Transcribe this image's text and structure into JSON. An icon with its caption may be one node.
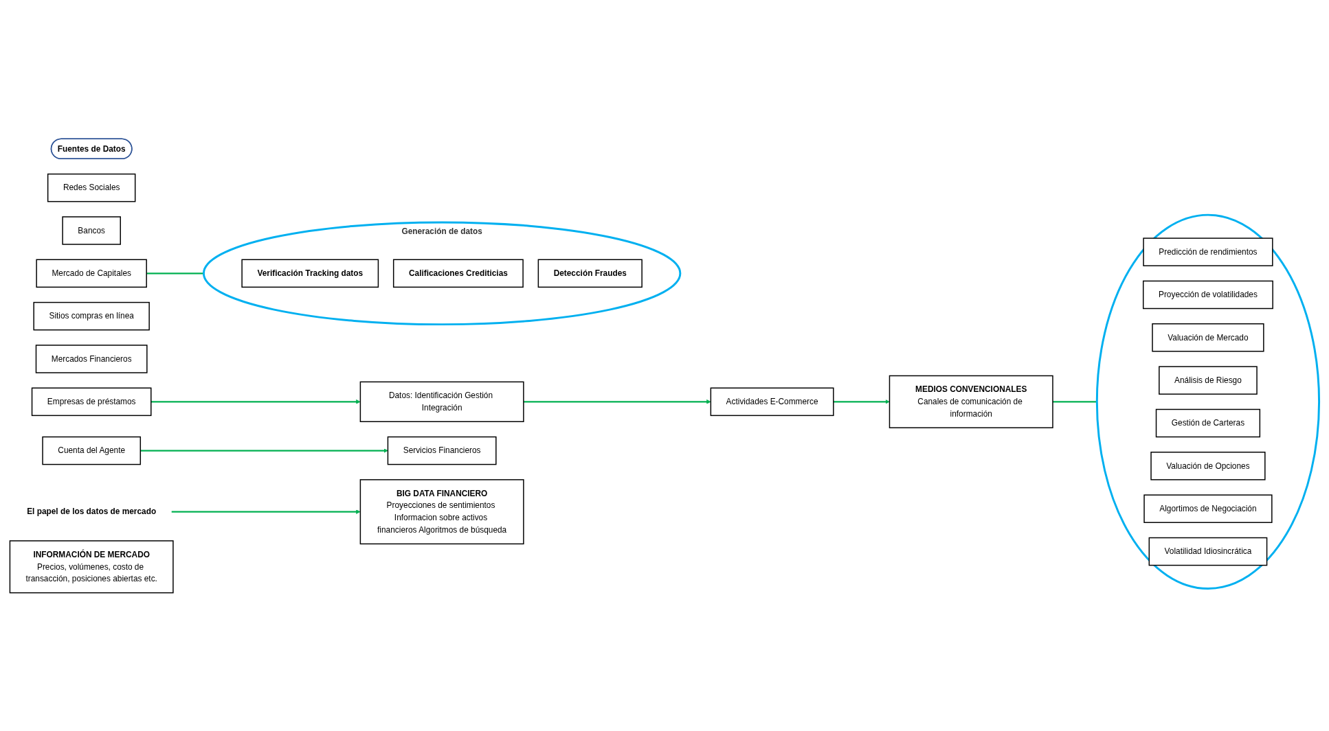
{
  "diagram": {
    "nodes": [
      {
        "text": [
          "Fuentes de Datos"
        ]
      },
      {
        "text": [
          "Redes Sociales"
        ]
      },
      {
        "text": [
          "Bancos"
        ]
      },
      {
        "text": [
          "Empresas de préstamos"
        ]
      },
      {
        "text": [
          "Sitios compras en línea"
        ]
      },
      {
        "text": [
          "Mercados Financieros"
        ]
      },
      {
        "text": [
          "Datos: Identificación Gestión Integración"
        ]
      },
      {
        "text": [
          "Cuenta del Agente"
        ]
      },
      {
        "text": [
          "Servicios Financieros"
        ]
      },
      {
        "text": [
          "Actividades E-Commerce"
        ]
      },
      {
        "text": [
          "Mercado de Capitales"
        ]
      },
      {
        "text": [
          "Generación de datos"
        ]
      },
      {
        "text": [
          "Verificación Tracking datos"
        ],
        "in": 11
      },
      {
        "text": [
          "Calificaciones Crediticias"
        ],
        "in": 11
      },
      {
        "text": [
          "Detección Fraudes"
        ],
        "in": 11
      },
      {
        "text": [
          "El papel de los datos de mercado"
        ]
      },
      {
        "text": [
          "BIG DATA FINANCIERO",
          "Proyecciones de sentimientos Informacion sobre activos financieros Algoritmos de búsqueda"
        ]
      },
      {
        "text": [
          "MEDIOS CONVENCIONALES",
          "Canales de comunicación de información"
        ]
      },
      {
        "text": [
          "INFORMACIÓN DE MERCADO",
          "Precios, volúmenes, costo de transacción, posiciones abiertas etc."
        ]
      },
      {
        "text": [],
        "shape": "circle"
      },
      {
        "text": [
          "Predicción de rendimientos"
        ],
        "in": 19
      },
      {
        "text": [
          "Proyección de volatilidades"
        ],
        "in": 19
      },
      {
        "text": [
          "Valuación de Mercado"
        ],
        "in": 19
      },
      {
        "text": [
          "Análisis de Riesgo"
        ],
        "in": 19
      },
      {
        "text": [
          "Gestión de Carteras"
        ],
        "in": 19
      },
      {
        "text": [
          "Valuación de Opciones"
        ],
        "in": 19
      },
      {
        "text": [
          "Algortimos de Negociación"
        ],
        "in": 19
      },
      {
        "text": [
          "Volatilidad Idiosincrática"
        ],
        "in": 19
      }
    ],
    "edges": [
      {
        "from": 3,
        "to": 6,
        "arrow": "to"
      },
      {
        "from": 6,
        "to": 9,
        "arrow": "to"
      },
      {
        "from": 7,
        "to": 8,
        "arrow": "to"
      },
      {
        "from": 9,
        "to": 17,
        "arrow": "to"
      },
      {
        "from": 10,
        "to": 11,
        "arrow": "to"
      },
      {
        "from": 15,
        "to": 16,
        "arrow": "to"
      },
      {
        "from": 17,
        "to": 19,
        "arrow": "to"
      }
    ]
  }
}
